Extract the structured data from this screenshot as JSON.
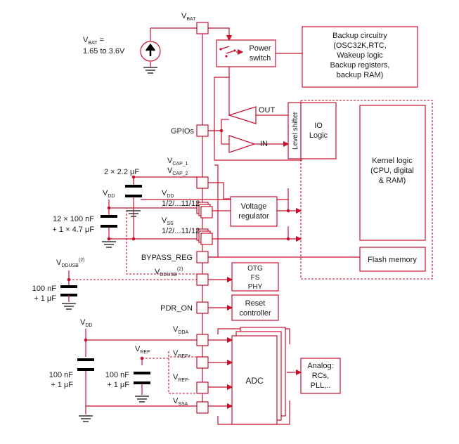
{
  "colors": {
    "wire": "#c8102e",
    "text": "#1a1a1a",
    "capacitor": "#000000"
  },
  "pins": {
    "vbat": {
      "main": "V",
      "sub": "BAT"
    },
    "gpios": "GPIOs",
    "vcap1": {
      "main": "V",
      "sub": "CAP_1"
    },
    "vcap2": {
      "main": "V",
      "sub": "CAP_2"
    },
    "vdd": {
      "main": "V",
      "sub": "DD",
      "range": "1/2/...11/12"
    },
    "vss": {
      "main": "V",
      "sub": "SS",
      "range": "1/2/...11/12"
    },
    "bypass_reg": "BYPASS_REG",
    "vddusb": {
      "main": "V",
      "sub": "DDUSB",
      "note": "(2)"
    },
    "pdr_on": "PDR_ON",
    "vdda": {
      "main": "V",
      "sub": "DDA"
    },
    "vref_plus": {
      "main": "V",
      "sub": "REF+"
    },
    "vref_minus": {
      "main": "V",
      "sub": "REF-"
    },
    "vssa": {
      "main": "V",
      "sub": "SSA"
    }
  },
  "external": {
    "vbat_label": {
      "main": "V",
      "sub": "BAT",
      "suffix": " =",
      "range": "1.65 to 3.6V"
    },
    "cap_vcap": "2 × 2.2 μF",
    "vdd_supply": {
      "main": "V",
      "sub": "DD"
    },
    "cap_vdd_line1": "12 × 100 nF",
    "cap_vdd_line2": "+ 1 × 4.7 μF",
    "vddusb_supply": {
      "main": "V",
      "sub": "DDUSB",
      "note": "(2)"
    },
    "cap_usb_line1": "100 nF",
    "cap_usb_line2": "+ 1 μF",
    "vdd_analog": {
      "main": "V",
      "sub": "DD"
    },
    "cap_vdda_line1": "100 nF",
    "cap_vdda_line2": "+ 1 μF",
    "vref_supply": {
      "main": "V",
      "sub": "REF"
    },
    "cap_vref_line1": "100 nF",
    "cap_vref_line2": "+ 1 μF"
  },
  "blocks": {
    "power_switch": [
      "Power",
      "switch"
    ],
    "backup": [
      "Backup circuitry",
      "(OSC32K,RTC,",
      "Wakeup logic",
      "Backup registers,",
      "backup RAM)"
    ],
    "level_shifter": "Level shifter",
    "io_logic": [
      "IO",
      "Logic"
    ],
    "out": "OUT",
    "in": "IN",
    "kernel": [
      "Kernel logic",
      "(CPU, digital",
      "& RAM)"
    ],
    "voltage_regulator": [
      "Voltage",
      "regulator"
    ],
    "flash": "Flash memory",
    "otg": [
      "OTG",
      "FS",
      "PHY"
    ],
    "reset": [
      "Reset",
      "controller"
    ],
    "adc": "ADC",
    "analog": [
      "Analog:",
      "RCs,",
      "PLL,.."
    ]
  }
}
